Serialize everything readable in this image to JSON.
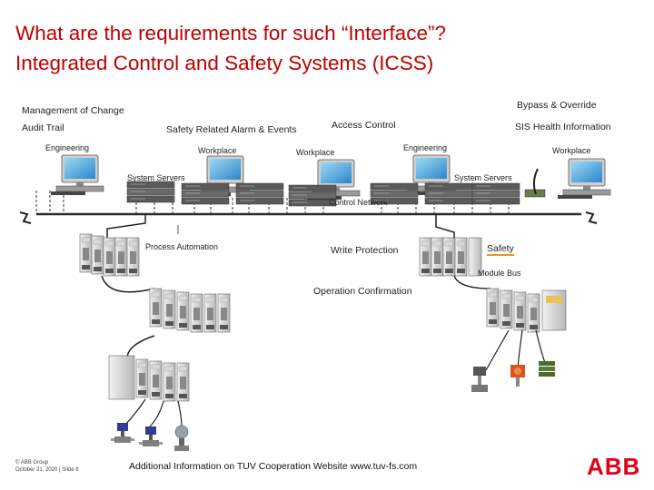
{
  "title": {
    "line1": "What are the requirements for such “Interface”?",
    "line2": "Integrated Control and Safety Systems (ICSS)"
  },
  "labels": {
    "management_of_change": "Management of Change",
    "audit_trail": "Audit Trail",
    "safety_related_alarm_events": "Safety Related Alarm & Events",
    "access_control": "Access Control",
    "bypass_override": "Bypass & Override",
    "sis_health_information": "SIS Health Information",
    "engineering_left": "Engineering",
    "workplace_1": "Workplace",
    "workplace_2": "Workplace",
    "engineering_right": "Engineering",
    "workplace_right": "Workplace",
    "system_servers_left": "System Servers",
    "system_servers_right": "System Servers",
    "control_network": "Control Network",
    "process_automation": "Process Automation",
    "write_protection": "Write Protection",
    "safety": "Safety",
    "module_bus": "Module Bus",
    "operation_confirmation": "Operation Confirmation"
  },
  "footer": {
    "copyright": "© ABB Group",
    "date_slide": "October 31, 2020 | Slide 8",
    "note": "Additional Information on TUV Cooperation Website  www.tuv-fs.com",
    "logo": "ABB"
  },
  "colors": {
    "title": "#c00000",
    "accent_underline": "#e39a1a",
    "logo": "#e2001a",
    "network_line": "#2a2a2a"
  }
}
